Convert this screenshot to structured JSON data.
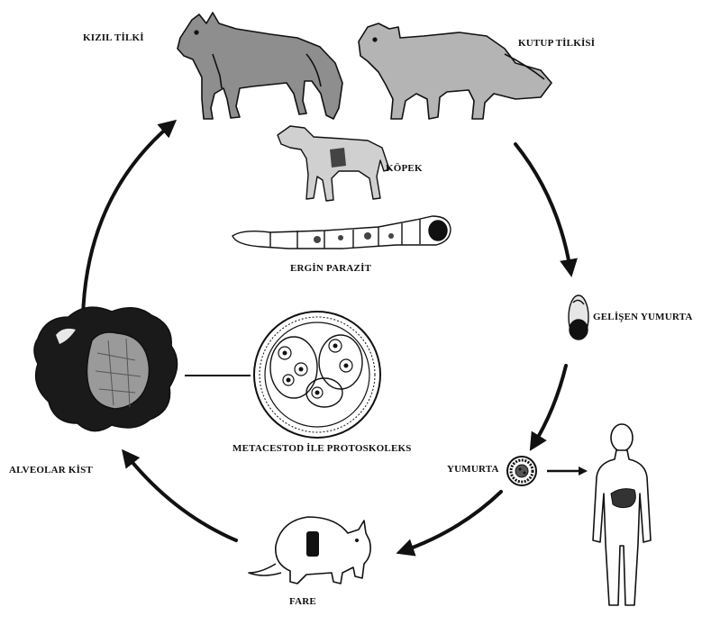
{
  "labels": {
    "red_fox": "KIZIL TİLKİ",
    "arctic_fox": "KUTUP TİLKİSİ",
    "dog": "KÖPEK",
    "adult_parasite": "ERGİN PARAZİT",
    "developing_egg": "GELİŞEN YUMURTA",
    "metacestode": "METACESTOD İLE PROTOSKOLEKS",
    "egg": "YUMURTA",
    "alveolar_cyst": "ALVEOLAR KİST",
    "mouse": "FARE"
  },
  "colors": {
    "ink": "#111111",
    "fox_fill": "#8e8e8e",
    "arctic_fill": "#b4b4b4",
    "cyst_dark": "#1a1a1a",
    "paper": "#ffffff"
  }
}
